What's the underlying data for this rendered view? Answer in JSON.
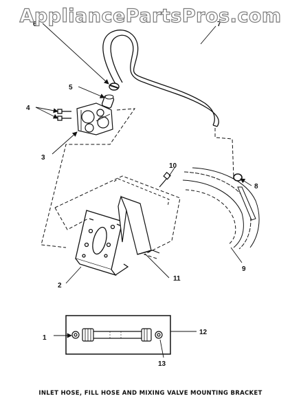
{
  "watermark": "AppliancePartsPros.com",
  "caption": "INLET HOSE, FILL HOSE AND MIXING VALVE MOUNTING BRACKET",
  "callouts": [
    "1",
    "2",
    "3",
    "4",
    "5",
    "6",
    "7",
    "8",
    "9",
    "10",
    "11",
    "12",
    "13"
  ]
}
